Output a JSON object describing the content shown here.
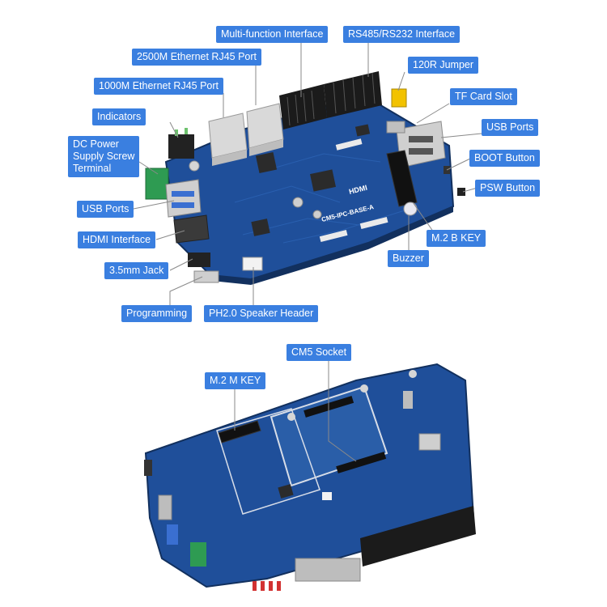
{
  "top_labels": {
    "multi_function_interface": "Multi-function Interface",
    "rs485_rs232_interface": "RS485/RS232 Interface",
    "ethernet_2500m": "2500M Ethernet RJ45 Port",
    "jumper_120r": "120R Jumper",
    "ethernet_1000m": "1000M Ethernet RJ45 Port",
    "tf_card_slot": "TF Card Slot",
    "indicators": "Indicators",
    "usb_ports_right": "USB Ports",
    "dc_power": [
      "DC Power",
      "Supply Screw",
      "Terminal"
    ],
    "boot_button": "BOOT Button",
    "psw_button": "PSW Button",
    "usb_ports_left": "USB Ports",
    "m2_b_key": "M.2 B KEY",
    "hdmi_interface": "HDMI Interface",
    "buzzer": "Buzzer",
    "jack_35mm": "3.5mm Jack",
    "programming": "Programming",
    "ph20_speaker_header": "PH2.0 Speaker Header"
  },
  "bottom_labels": {
    "cm5_socket": "CM5 Socket",
    "m2_m_key": "M.2 M KEY"
  },
  "board_silkscreen": {
    "model": "CM5-IPC-BASE-A",
    "hdmi_logo": "HDMI"
  },
  "colors": {
    "label_bg": "#3a7fe0",
    "label_text": "#ffffff",
    "pcb_blue": "#1f4f9a",
    "pcb_dark": "#163c78",
    "leader_line": "#8a8a8a"
  }
}
